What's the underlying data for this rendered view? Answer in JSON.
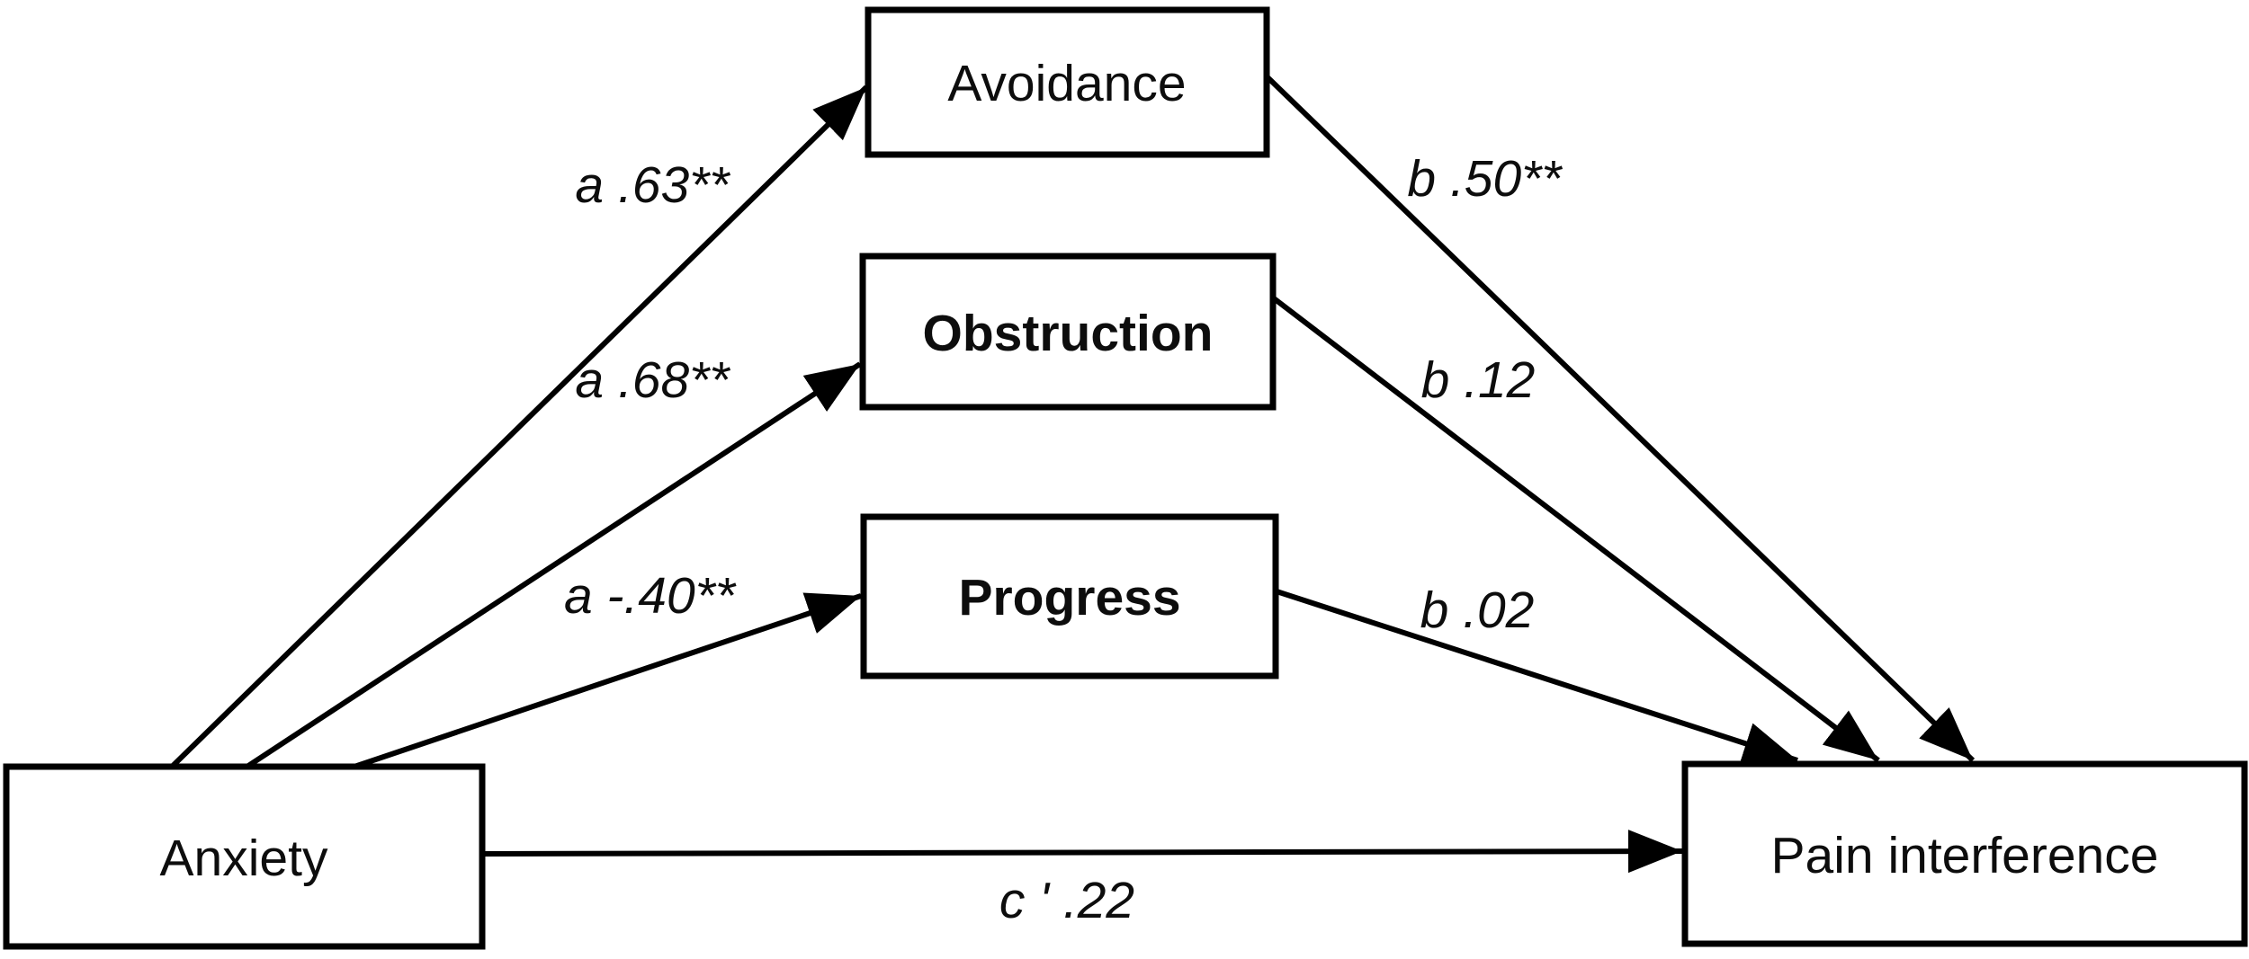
{
  "figure": {
    "background_color": "#ffffff",
    "line_color": "#000000",
    "nodes": {
      "anxiety": {
        "label": "Anxiety"
      },
      "avoidance": {
        "label": "Avoidance"
      },
      "obstruction": {
        "label": "Obstruction"
      },
      "progress": {
        "label": "Progress"
      },
      "pain_interference": {
        "label": "Pain interference"
      }
    },
    "paths": {
      "a_avoidance": {
        "label": "a .63**",
        "from": "Anxiety",
        "to": "Avoidance"
      },
      "a_obstruction": {
        "label": "a .68**",
        "from": "Anxiety",
        "to": "Obstruction"
      },
      "a_progress": {
        "label": "a -.40**",
        "from": "Anxiety",
        "to": "Progress"
      },
      "b_avoidance": {
        "label": "b .50**",
        "from": "Avoidance",
        "to": "Pain interference"
      },
      "b_obstruction": {
        "label": "b .12",
        "from": "Obstruction",
        "to": "Pain interference"
      },
      "b_progress": {
        "label": "b .02",
        "from": "Progress",
        "to": "Pain interference"
      },
      "c_prime_direct": {
        "label": "c ' .22",
        "from": "Anxiety",
        "to": "Pain interference"
      }
    }
  }
}
